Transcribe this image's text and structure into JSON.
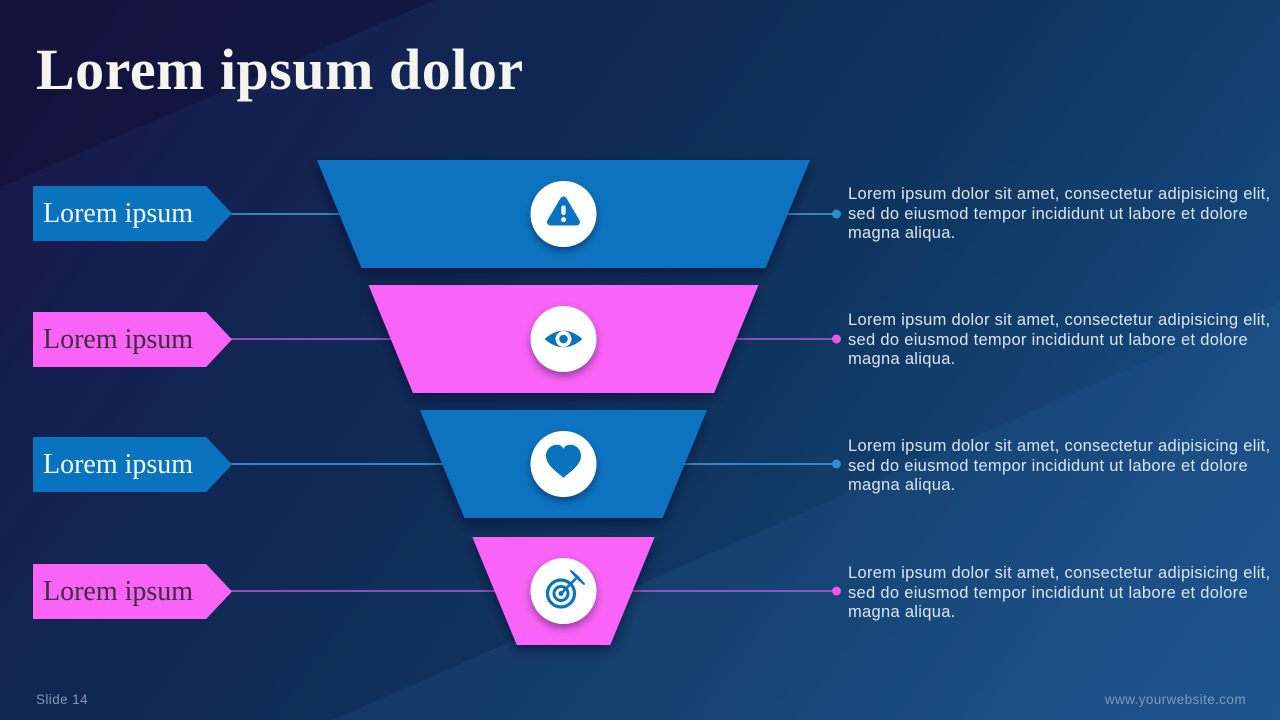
{
  "slide": {
    "title": "Lorem ipsum dolor",
    "footer_left": "Slide 14",
    "footer_right": "www.yourwebsite.com"
  },
  "colors": {
    "blue": "#0a73c0",
    "pink": "#f964f7",
    "background_top_left": "#1c1444",
    "background_bottom_right": "#1b5189",
    "blue_connector_line": "#4f9fd9",
    "pink_connector_line": "#b45be0",
    "blue_connector_dot": "#2f8ed2",
    "pink_connector_dot": "#ee55e8",
    "icon_glyph": "#0a73c0",
    "icon_badge": "#ffffff"
  },
  "funnel": {
    "type": "funnel-diagram",
    "levels": [
      {
        "label": "Lorem ipsum",
        "icon": "warning-icon",
        "color_name": "blue",
        "description": "Lorem ipsum dolor sit amet, consectetur adipisicing elit, sed do eiusmod tempor incididunt ut labore et dolore magna aliqua."
      },
      {
        "label": "Lorem ipsum",
        "icon": "eye-icon",
        "color_name": "pink",
        "description": "Lorem ipsum dolor sit amet, consectetur adipisicing elit, sed do eiusmod tempor incididunt ut labore et dolore magna aliqua."
      },
      {
        "label": "Lorem ipsum",
        "icon": "heart-icon",
        "color_name": "blue",
        "description": "Lorem ipsum dolor sit amet, consectetur adipisicing elit, sed do eiusmod tempor incididunt ut labore et dolore magna aliqua."
      },
      {
        "label": "Lorem ipsum",
        "icon": "target-icon",
        "color_name": "pink",
        "description": "Lorem ipsum dolor sit amet, consectetur adipisicing elit, sed do eiusmod tempor incididunt ut labore et dolore magna aliqua."
      }
    ]
  }
}
